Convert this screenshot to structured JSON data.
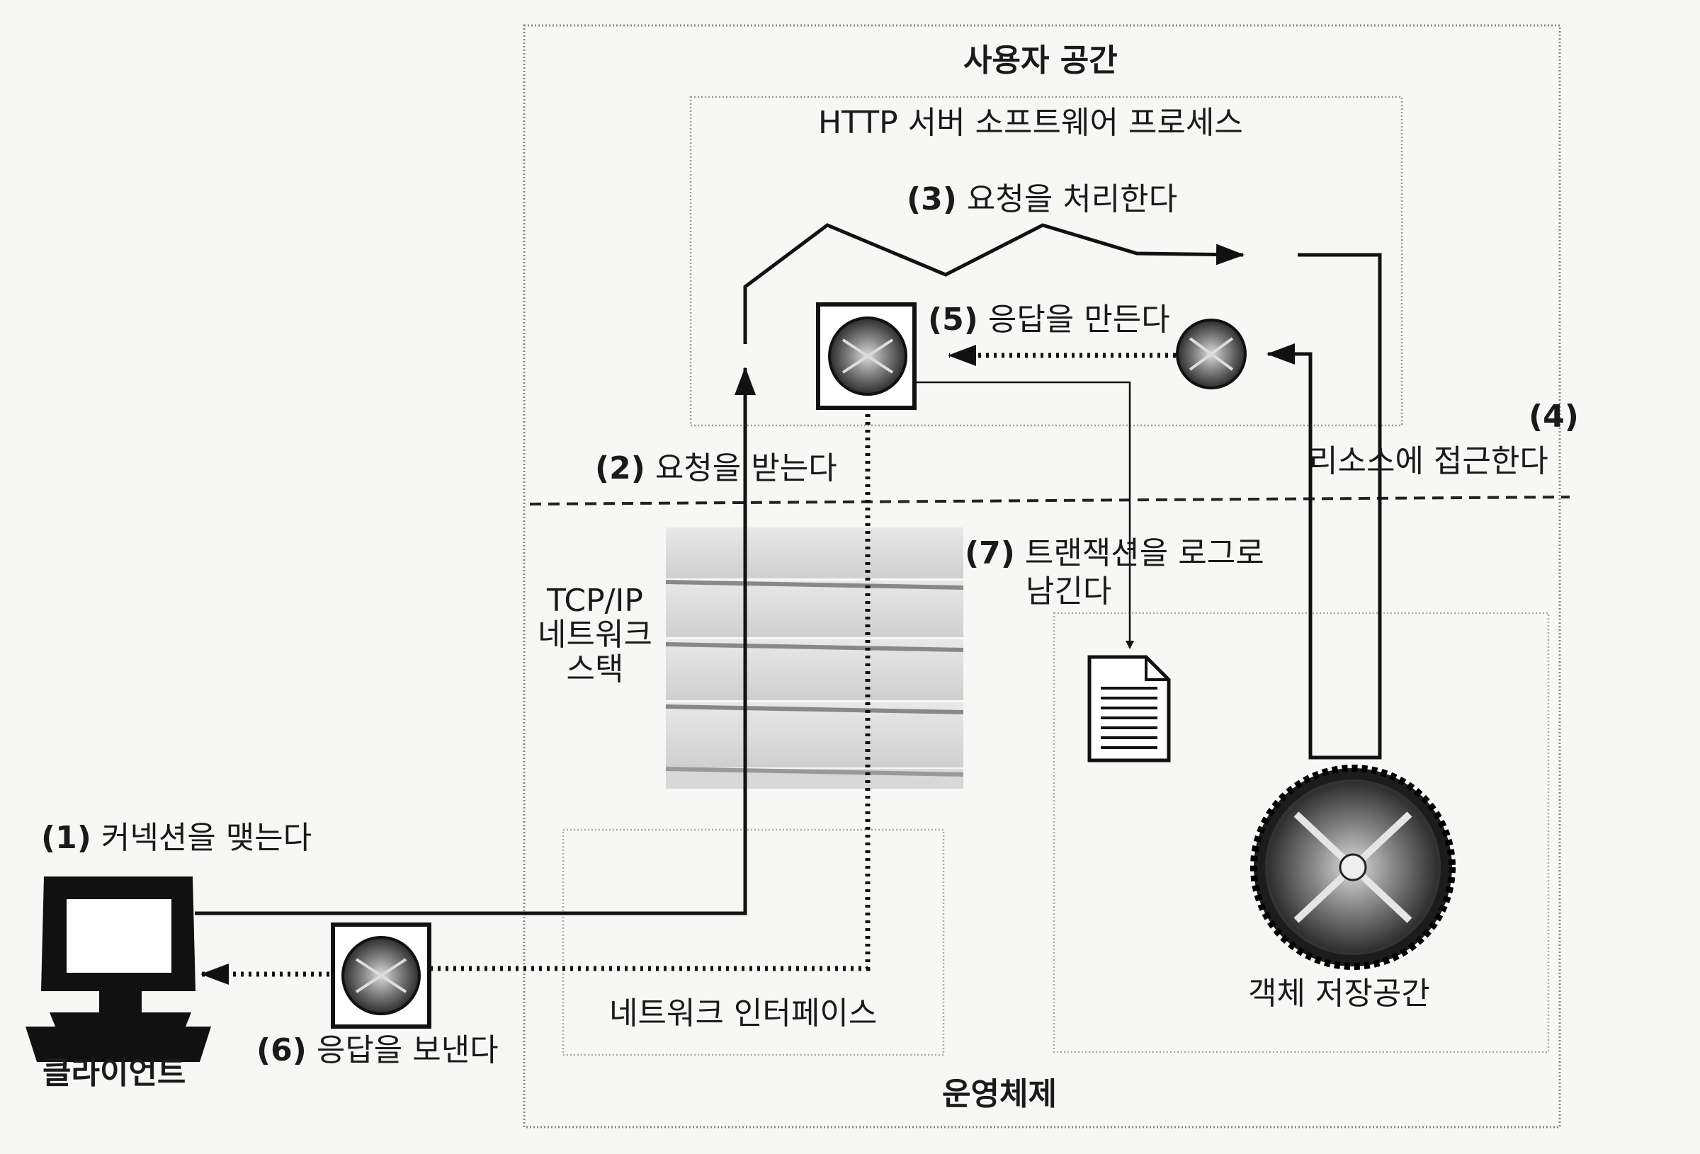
{
  "regions": {
    "user_space": "사용자 공간",
    "http_process": "HTTP 서버 소프트웨어 프로세스",
    "operating_system": "운영체제",
    "network_interface": "네트워크 인터페이스",
    "object_storage": "객체 저장공간",
    "tcp_ip_stack": [
      "TCP/IP",
      "네트워크",
      "스택"
    ]
  },
  "client": {
    "label": "클라이언트"
  },
  "steps": [
    {
      "num": "(1)",
      "text": "커넥션을 맺는다"
    },
    {
      "num": "(2)",
      "text": "요청을 받는다"
    },
    {
      "num": "(3)",
      "text": "요청을 처리한다"
    },
    {
      "num": "(4)",
      "text": "리소스에  접근한다"
    },
    {
      "num": "(5)",
      "text": "응답을 만든다"
    },
    {
      "num": "(6)",
      "text": "응답을 보낸다"
    },
    {
      "num": "(7)",
      "text": "트랜잭션을 로그로",
      "text2": "남긴다"
    }
  ],
  "icons": [
    "monitor-icon",
    "saw-blade-icon",
    "document-icon",
    "network-stack-icon",
    "arrow-icon"
  ]
}
